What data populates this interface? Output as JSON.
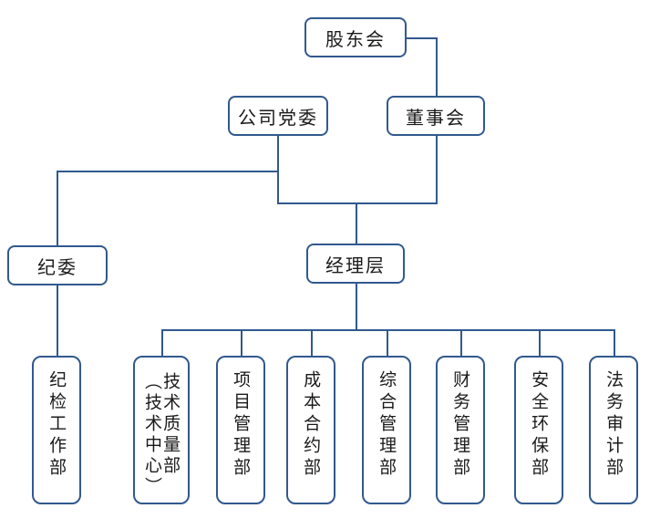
{
  "chart_data": {
    "type": "diagram",
    "title": "",
    "diagram_kind": "organizational-chart",
    "orientation": "top-down",
    "text_direction": "vertical-for-leaf-nodes",
    "accent_color": "#31598E",
    "background_color": "#ffffff",
    "nodes": [
      {
        "id": "shareholders",
        "label": "股东会",
        "level": 0,
        "orientation": "horizontal"
      },
      {
        "id": "party_committee",
        "label": "公司党委",
        "level": 1,
        "orientation": "horizontal"
      },
      {
        "id": "board",
        "label": "董事会",
        "level": 1,
        "orientation": "horizontal"
      },
      {
        "id": "discipline_commission",
        "label": "纪委",
        "level": 2,
        "orientation": "horizontal"
      },
      {
        "id": "management",
        "label": "经理层",
        "level": 2,
        "orientation": "horizontal"
      },
      {
        "id": "dept_discipline_work",
        "label": "纪检工作部",
        "level": 3,
        "orientation": "vertical"
      },
      {
        "id": "dept_tech_quality",
        "label": "技术质量部",
        "label_secondary": "（技术中心）",
        "level": 3,
        "orientation": "vertical"
      },
      {
        "id": "dept_project_mgmt",
        "label": "项目管理部",
        "level": 3,
        "orientation": "vertical"
      },
      {
        "id": "dept_cost_contract",
        "label": "成本合约部",
        "level": 3,
        "orientation": "vertical"
      },
      {
        "id": "dept_general_mgmt",
        "label": "综合管理部",
        "level": 3,
        "orientation": "vertical"
      },
      {
        "id": "dept_finance_mgmt",
        "label": "财务管理部",
        "level": 3,
        "orientation": "vertical"
      },
      {
        "id": "dept_safety_env",
        "label": "安全环保部",
        "level": 3,
        "orientation": "vertical"
      },
      {
        "id": "dept_legal_audit",
        "label": "法务审计部",
        "level": 3,
        "orientation": "vertical"
      }
    ],
    "edges": [
      {
        "from": "shareholders",
        "to": "board"
      },
      {
        "from": "party_committee",
        "to": "discipline_commission"
      },
      {
        "from": "board",
        "to": "management"
      },
      {
        "from": "party_committee",
        "to": "management"
      },
      {
        "from": "discipline_commission",
        "to": "dept_discipline_work"
      },
      {
        "from": "management",
        "to": "dept_tech_quality"
      },
      {
        "from": "management",
        "to": "dept_project_mgmt"
      },
      {
        "from": "management",
        "to": "dept_cost_contract"
      },
      {
        "from": "management",
        "to": "dept_general_mgmt"
      },
      {
        "from": "management",
        "to": "dept_finance_mgmt"
      },
      {
        "from": "management",
        "to": "dept_safety_env"
      },
      {
        "from": "management",
        "to": "dept_legal_audit"
      }
    ]
  },
  "nodes": {
    "shareholders": {
      "label": "股东会"
    },
    "party_committee": {
      "label": "公司党委"
    },
    "board": {
      "label": "董事会"
    },
    "discipline_commission": {
      "label": "纪委"
    },
    "management": {
      "label": "经理层"
    },
    "dept_discipline_work": {
      "label": "纪检工作部"
    },
    "dept_tech_quality": {
      "label": "技术质量部",
      "label_secondary": "（技术中心）"
    },
    "dept_project_mgmt": {
      "label": "项目管理部"
    },
    "dept_cost_contract": {
      "label": "成本合约部"
    },
    "dept_general_mgmt": {
      "label": "综合管理部"
    },
    "dept_finance_mgmt": {
      "label": "财务管理部"
    },
    "dept_safety_env": {
      "label": "安全环保部"
    },
    "dept_legal_audit": {
      "label": "法务审计部"
    }
  }
}
